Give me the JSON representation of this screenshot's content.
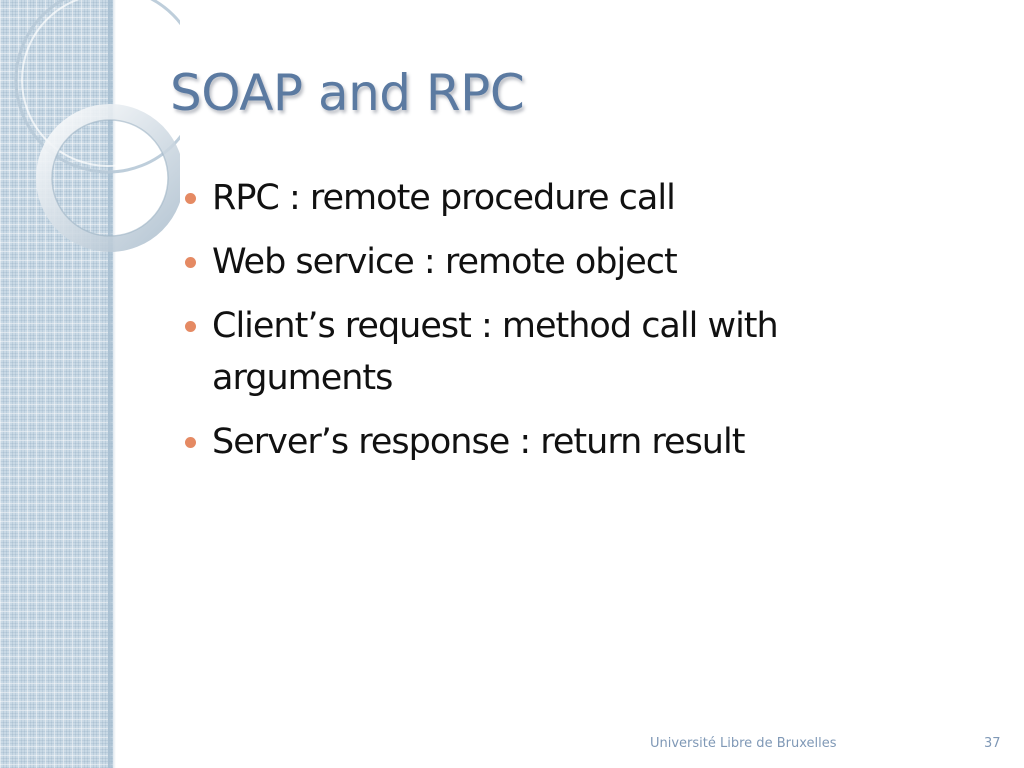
{
  "slide": {
    "title": "SOAP and RPC",
    "bullets": [
      "RPC : remote procedure call",
      "Web service : remote object",
      "Client’s request : method call with arguments",
      "Server’s response : return result"
    ],
    "footer": "Université Libre de Bruxelles",
    "page_number": "37"
  },
  "colors": {
    "title": "#5b7aa1",
    "bullet_marker": "#e58a63",
    "side_panel": "#c9d9e5",
    "footer_text": "#7f98b6"
  }
}
